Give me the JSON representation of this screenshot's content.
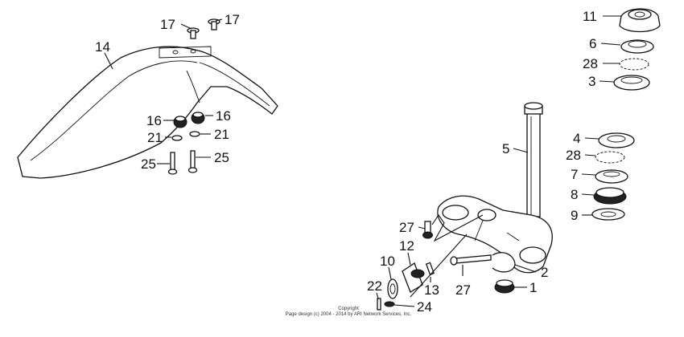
{
  "callouts": {
    "c1": "1",
    "c2": "2",
    "c3": "3",
    "c4": "4",
    "c5": "5",
    "c6": "6",
    "c7": "7",
    "c8": "8",
    "c9": "9",
    "c10": "10",
    "c11": "11",
    "c12": "12",
    "c13": "13",
    "c14": "14",
    "c16a": "16",
    "c16b": "16",
    "c17a": "17",
    "c17b": "17",
    "c21a": "21",
    "c21b": "21",
    "c22": "22",
    "c24": "24",
    "c25a": "25",
    "c25b": "25",
    "c27a": "27",
    "c27b": "27",
    "c28a": "28",
    "c28b": "28"
  },
  "footer": {
    "copyright": "Copyright",
    "notice": "Page design (c) 2004 - 2014 by ARI Network Services, Inc."
  }
}
